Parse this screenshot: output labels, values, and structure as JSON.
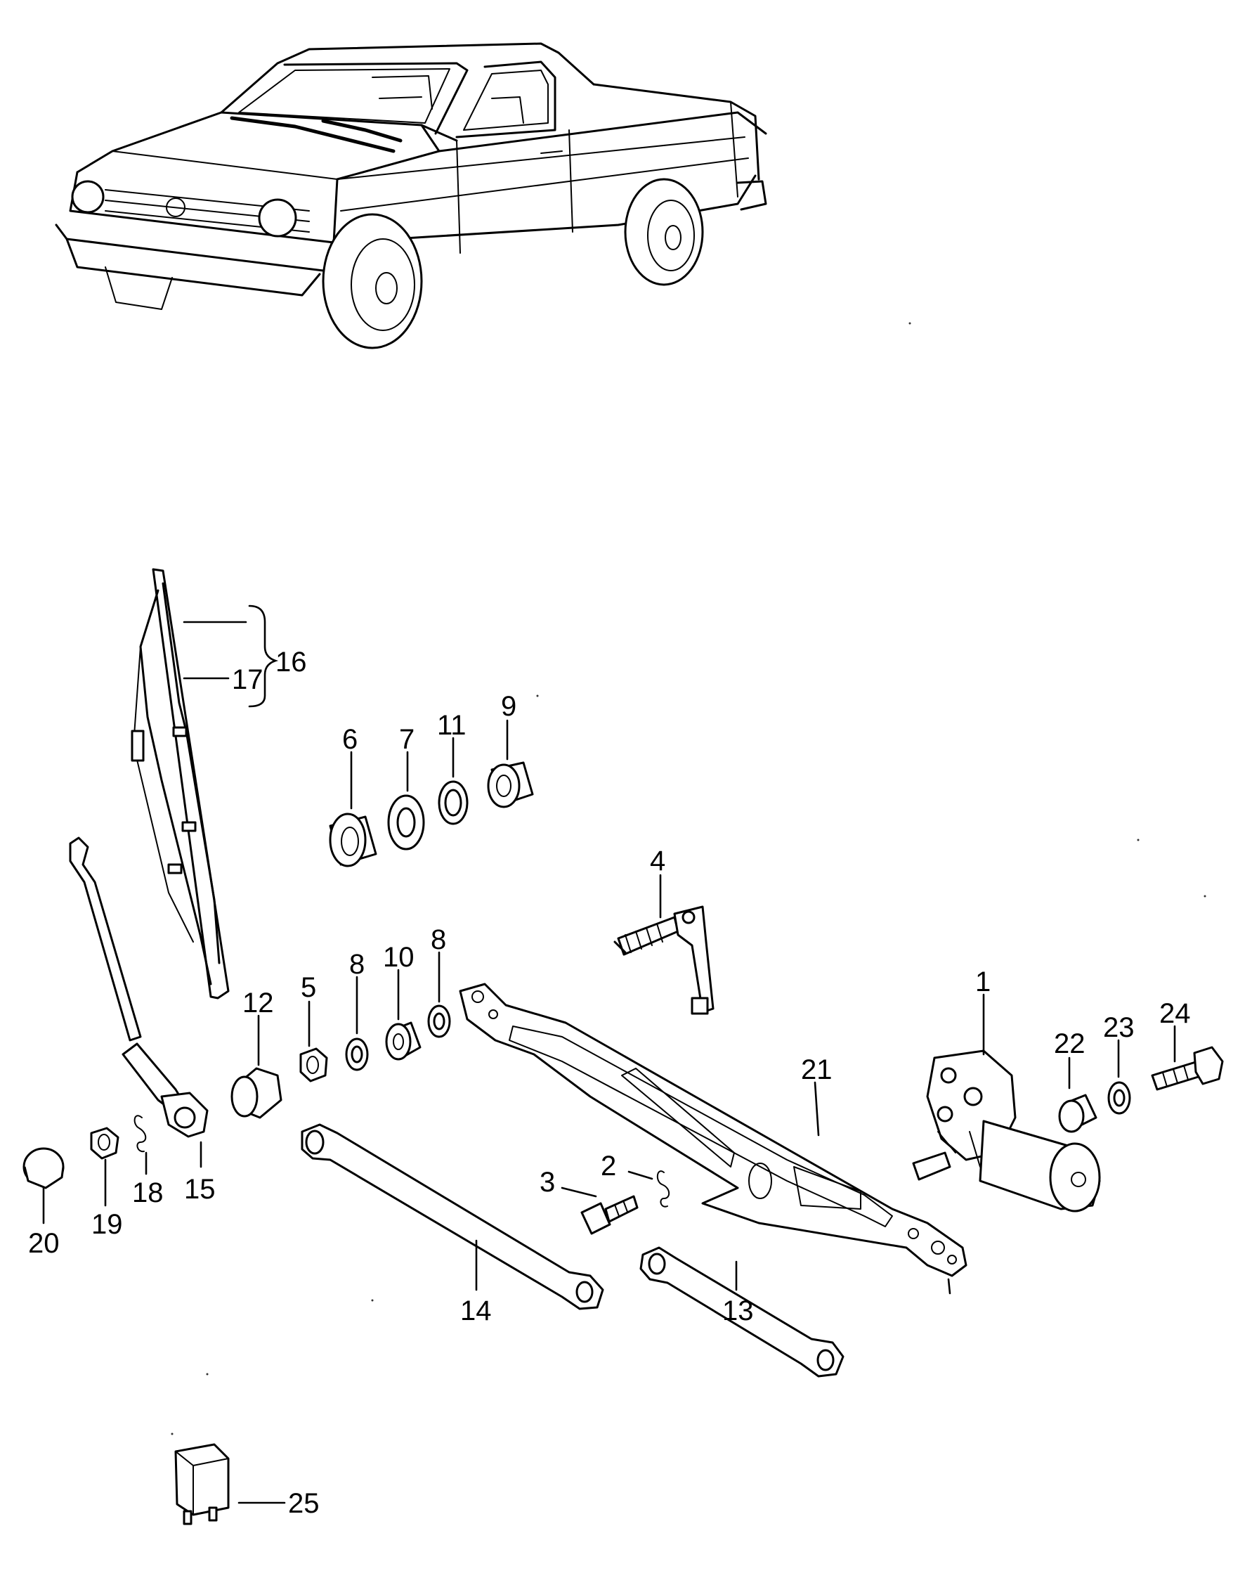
{
  "callouts": {
    "c1": "1",
    "c2": "2",
    "c3": "3",
    "c4": "4",
    "c5": "5",
    "c6": "6",
    "c7": "7",
    "c8a": "8",
    "c8b": "8",
    "c9": "9",
    "c10": "10",
    "c11": "11",
    "c12": "12",
    "c13": "13",
    "c14": "14",
    "c15": "15",
    "c16": "16",
    "c17": "17",
    "c18": "18",
    "c19": "19",
    "c20": "20",
    "c21": "21",
    "c22": "22",
    "c23": "23",
    "c24": "24",
    "c25": "25"
  }
}
